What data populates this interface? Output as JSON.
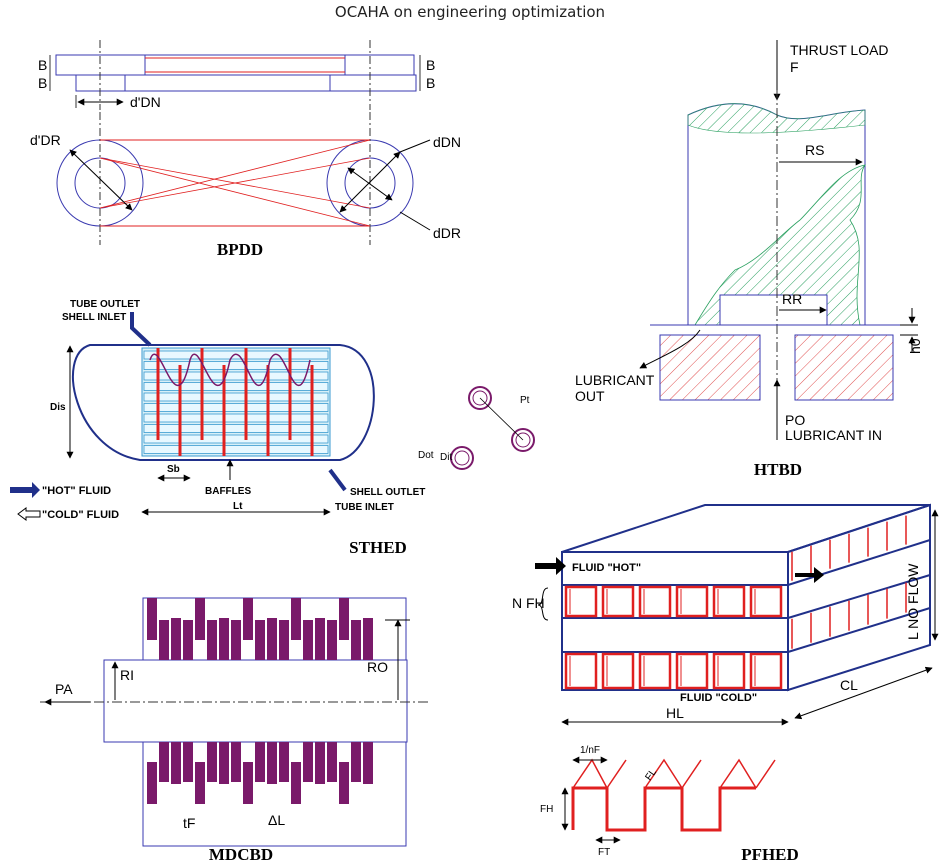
{
  "header": {
    "title": "OCAHA on engineering optimization"
  },
  "colors": {
    "blue": "#3a3ab0",
    "red": "#e02020",
    "purple": "#7a1a6a",
    "green": "#2aa060",
    "hatch_red": "#e05050",
    "navy": "#20308a"
  },
  "bpdd": {
    "caption": "BPDD",
    "label_b1": "B",
    "label_b2": "B",
    "label_b3": "B",
    "label_b4": "B",
    "label_ddn_prime": "d'DN",
    "label_ddr_prime": "d'DR",
    "label_ddn": "dDN",
    "label_ddr": "dDR"
  },
  "htbd": {
    "caption": "HTBD",
    "thrust": "THRUST LOAD",
    "thrust_f": "F",
    "rs": "RS",
    "rr": "RR",
    "h0": "h0",
    "lub_out_1": "LUBRICANT",
    "lub_out_2": "OUT",
    "po": "PO",
    "lub_in": "LUBRICANT IN"
  },
  "sthed": {
    "caption": "STHED",
    "tube_outlet": "TUBE OUTLET",
    "shell_inlet": "SHELL INLET",
    "dis": "Dis",
    "sb": "Sb",
    "baffles": "BAFFLES",
    "lt": "Lt",
    "shell_outlet": "SHELL OUTLET",
    "tube_inlet": "TUBE INLET",
    "hot": "\"HOT\" FLUID",
    "cold": "\"COLD\" FLUID",
    "pt": "Pt",
    "dot": "Dot",
    "dit": "Dit"
  },
  "mdcbd": {
    "caption": "MDCBD",
    "pa": "PA",
    "ri": "RI",
    "ro": "RO",
    "tf": "tF",
    "dl": "ΔL"
  },
  "pfhed": {
    "caption": "PFHED",
    "hot": "FLUID \"HOT\"",
    "cold": "FLUID \"COLD\"",
    "nfh": "N FH",
    "lnoflow": "L NO FLOW",
    "cl": "CL",
    "hl": "HL",
    "one_nf": "1/nF",
    "fl": "FL",
    "fh": "FH",
    "ft": "FT"
  }
}
